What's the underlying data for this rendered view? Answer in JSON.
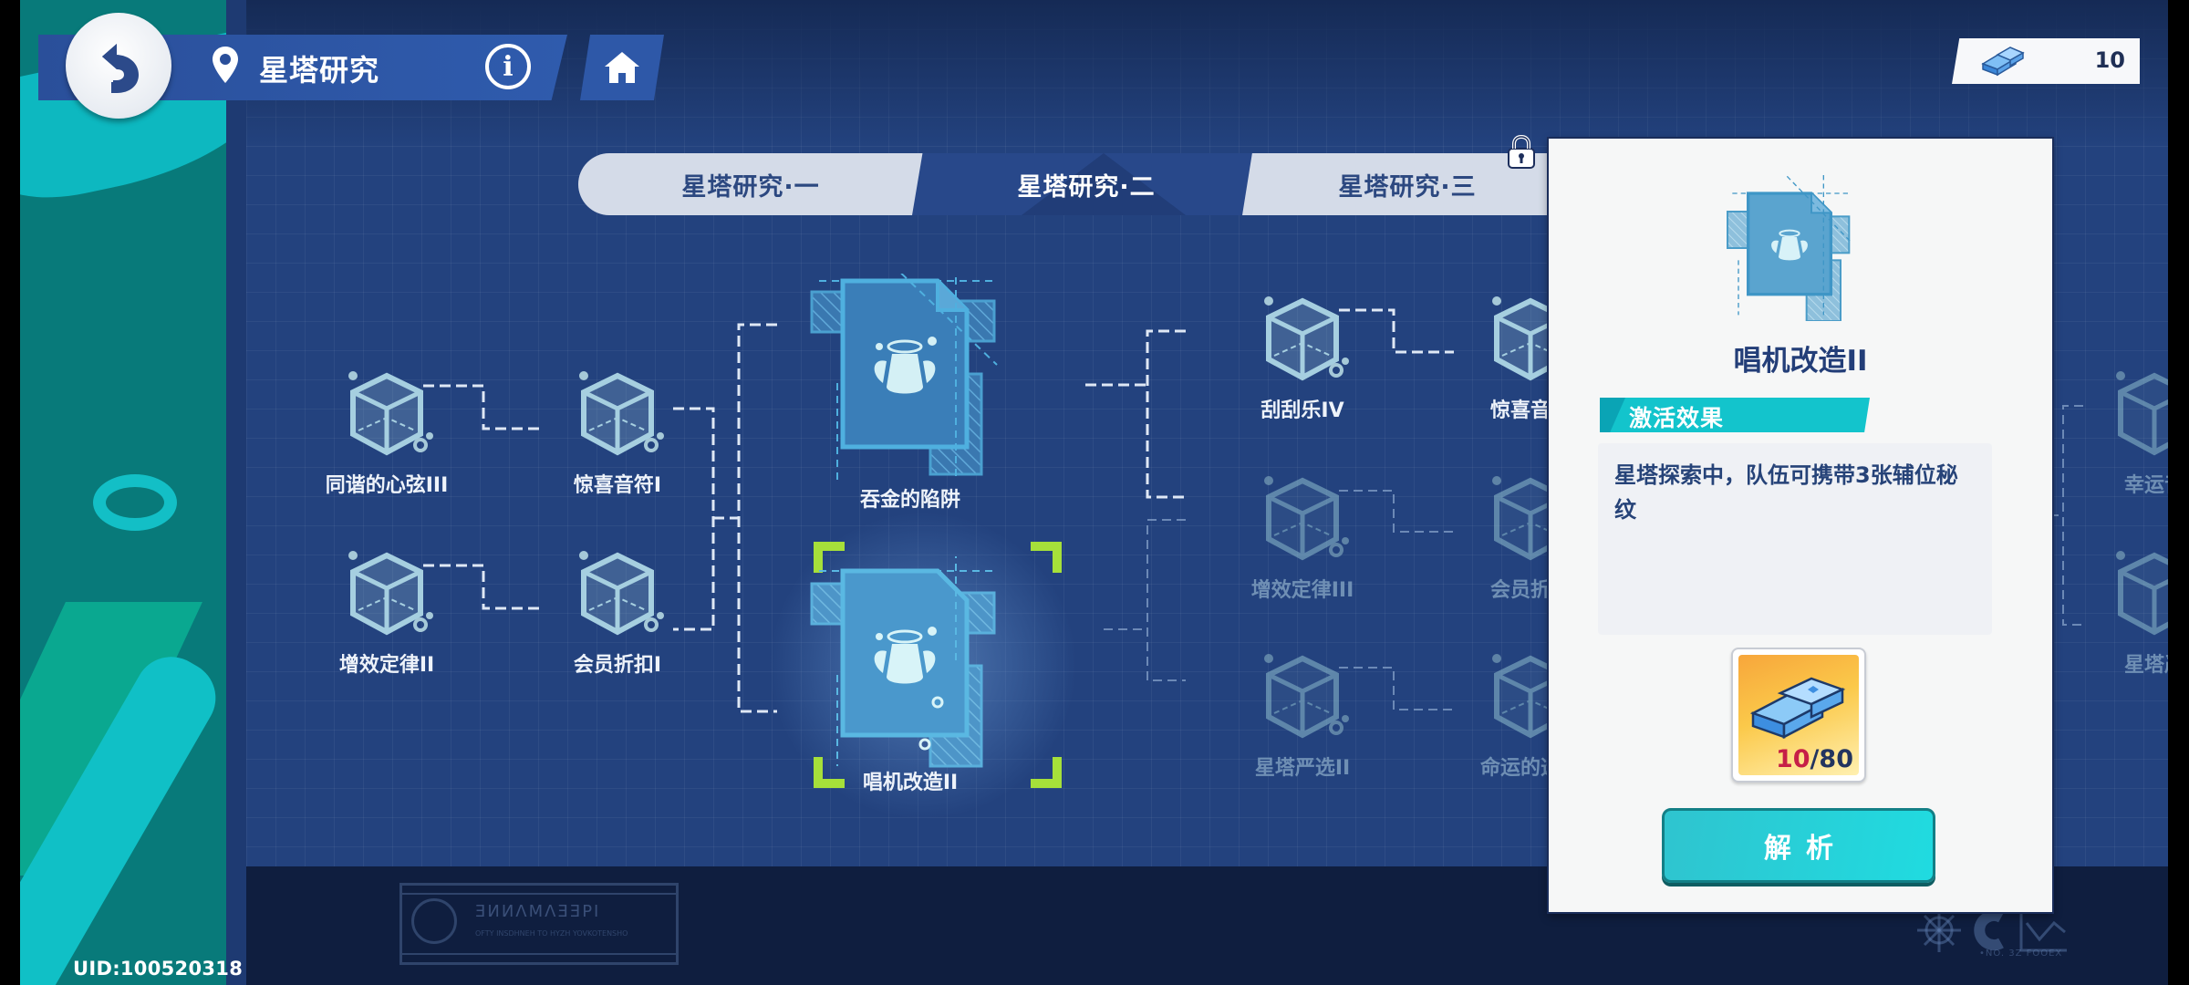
{
  "header": {
    "title": "星塔研究",
    "back_icon": "back-arrow-icon",
    "location_icon": "location-pin-icon",
    "info_icon": "info-icon",
    "home_icon": "home-icon"
  },
  "currency": {
    "icon": "crystal-ingot-icon",
    "value": "10"
  },
  "tabs": [
    {
      "label": "星塔研究·一",
      "active": false,
      "locked": false
    },
    {
      "label": "星塔研究·二",
      "active": true,
      "locked": false
    },
    {
      "label": "星塔研究·三",
      "active": false,
      "locked": true
    }
  ],
  "tree": {
    "column1": [
      {
        "label": "同谐的心弦III",
        "state": "unlocked"
      },
      {
        "label": "增效定律II",
        "state": "unlocked"
      }
    ],
    "column2": [
      {
        "label": "惊喜音符I",
        "state": "unlocked"
      },
      {
        "label": "会员折扣I",
        "state": "unlocked"
      }
    ],
    "column3": [
      {
        "label": "吞金的陷阱",
        "state": "unlocked"
      },
      {
        "label": "唱机改造II",
        "state": "selected"
      }
    ],
    "column4": [
      {
        "label": "刮刮乐IV",
        "state": "unlocked"
      },
      {
        "label": "增效定律III",
        "state": "locked"
      },
      {
        "label": "星塔严选II",
        "state": "locked"
      }
    ],
    "column5": [
      {
        "label": "惊喜音符",
        "state": "unlocked"
      },
      {
        "label": "会员折扣",
        "state": "locked"
      },
      {
        "label": "命运的选择",
        "state": "locked"
      }
    ],
    "column6": [
      {
        "label": "幸运音",
        "state": "locked"
      },
      {
        "label": "星塔严",
        "state": "locked"
      }
    ]
  },
  "detail_panel": {
    "title": "唱机改造II",
    "effect_header": "激活效果",
    "effect_text": "星塔探索中，队伍可携带3张辅位秘纹",
    "cost": {
      "have": "10",
      "separator": "/",
      "need": "80",
      "icon": "crystal-ingot-icon"
    },
    "action_label": "解析"
  },
  "footer": {
    "uid": "UID:100520318",
    "stamp_title": "ƎИИΛΜΛƎƎΡI",
    "stamp_sub": "OFTY INSDHNEH TO HYZH YOVKOTENSHO",
    "code": "•NO. 3Z FOOEX"
  },
  "colors": {
    "accent_teal": "#13c4cc",
    "bg_blue": "#23427e",
    "title_navy": "#233e78",
    "cost_have_red": "#c61f47",
    "selection_green": "#a6e03a"
  }
}
